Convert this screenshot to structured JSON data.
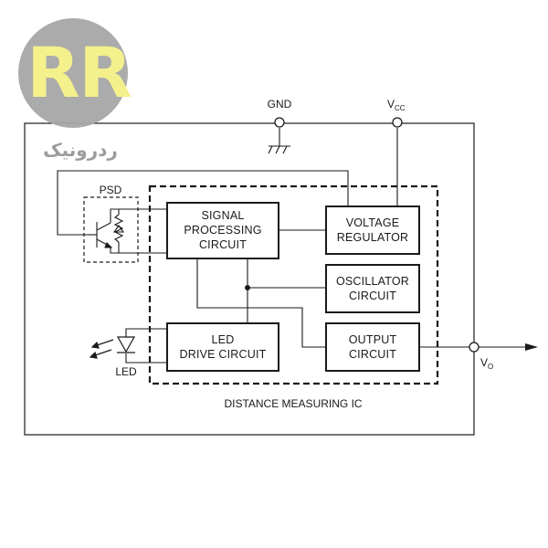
{
  "logo": {
    "mark": "R R",
    "brand_text": "ردرونیک",
    "colors": {
      "circle": "#a7a7a7",
      "letters": "#f4f08c"
    }
  },
  "pins": {
    "gnd": "GND",
    "vcc_main": "V",
    "vcc_sub": "CC",
    "vo_main": "V",
    "vo_sub": "O"
  },
  "blocks": {
    "signal_processing": [
      "SIGNAL",
      "PROCESSING",
      "CIRCUIT"
    ],
    "voltage_regulator": [
      "VOLTAGE",
      "REGULATOR"
    ],
    "oscillator": [
      "OSCILLATOR",
      "CIRCUIT"
    ],
    "led_drive": [
      "LED",
      "DRIVE CIRCUIT"
    ],
    "output": [
      "OUTPUT",
      "CIRCUIT"
    ]
  },
  "components": {
    "psd": "PSD",
    "led": "LED"
  },
  "ic_label": "DISTANCE MEASURING IC",
  "colors": {
    "line": "#1a1a1a",
    "background": "#ffffff"
  }
}
